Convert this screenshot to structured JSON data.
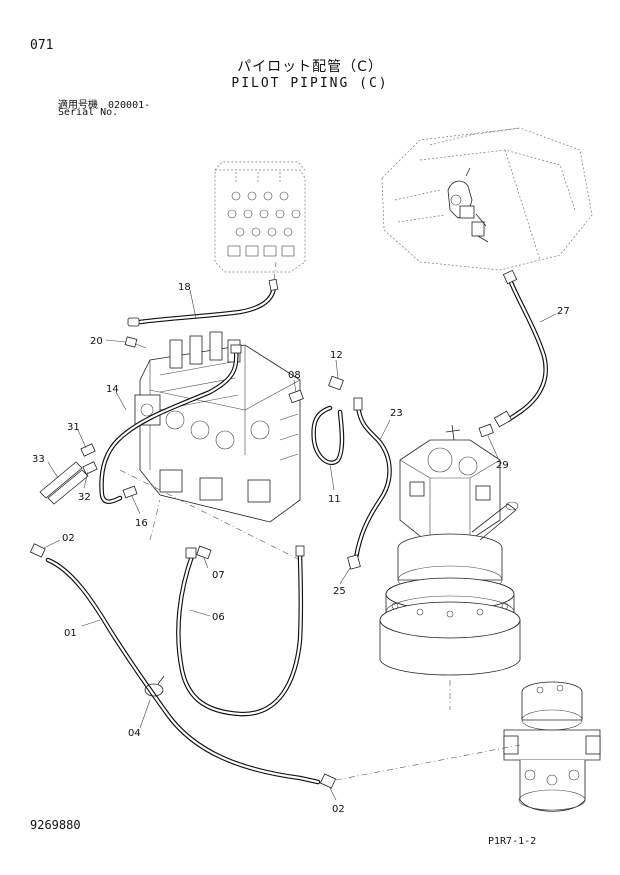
{
  "header": {
    "page_number": "071",
    "title_jp": "パイロット配管（C）",
    "title_en": "PILOT PIPING (C)",
    "serial_jp": "適用号機　020001-",
    "serial_en": "Serial No."
  },
  "callouts": {
    "p18": "18",
    "p20": "20",
    "p14": "14",
    "p31": "31",
    "p33": "33",
    "p32": "32",
    "p16": "16",
    "p08": "08",
    "p12": "12",
    "p11": "11",
    "p23": "23",
    "p27": "27",
    "p29": "29",
    "p25": "25",
    "p02a": "02",
    "p01": "01",
    "p07": "07",
    "p06": "06",
    "p04": "04",
    "p02b": "02"
  },
  "footer": {
    "doc_number": "9269880",
    "page_code": "P1R7-1-2"
  }
}
